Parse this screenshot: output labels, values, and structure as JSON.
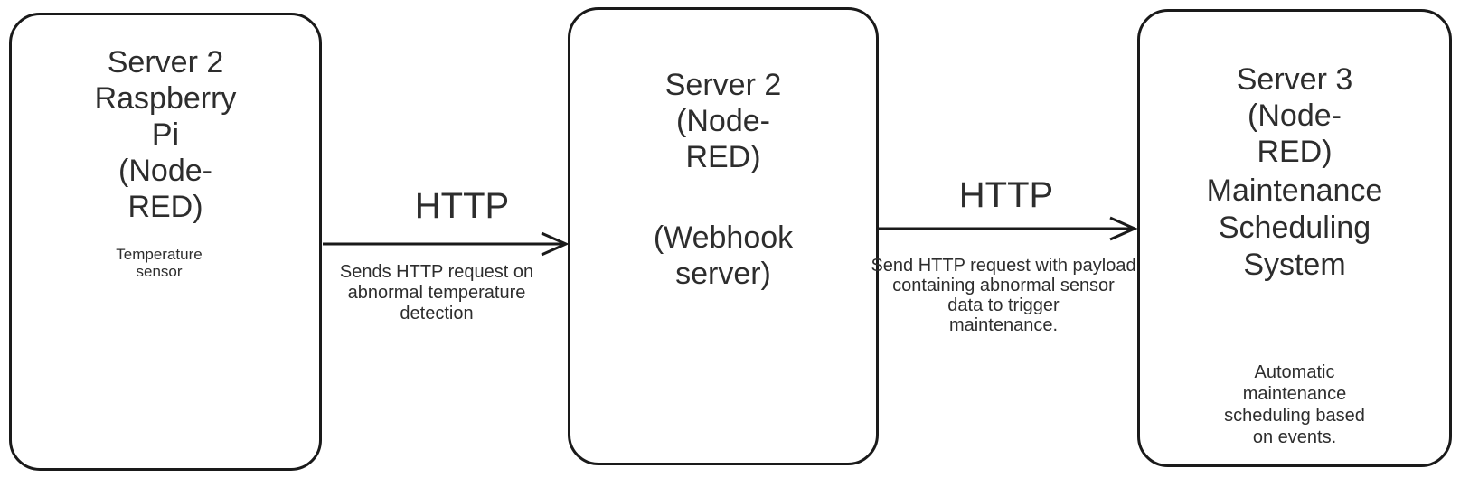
{
  "nodes": {
    "device": {
      "title": "Server 2\nRaspberry Pi\n(Node-RED)",
      "sensor_label": "Temperature\nsensor"
    },
    "webhook": {
      "title": "Server 2\n(Node-RED)",
      "subtitle": "(Webhook server)"
    },
    "maintenance": {
      "title": "Server 3\n(Node-RED)",
      "subtitle": "Maintenance\nScheduling\nSystem",
      "note": "Automatic maintenance\nscheduling based\non events."
    }
  },
  "connections": {
    "c1": {
      "protocol": "HTTP",
      "description": "Sends HTTP request on\nabnormal temperature\ndetection"
    },
    "c2": {
      "protocol": "HTTP",
      "description": "Send HTTP request with payload\ncontaining abnormal sensor\ndata to trigger\nmaintenance."
    }
  },
  "colors": {
    "stroke": "#1a1a1a",
    "text": "#2d2d2d",
    "background": "#ffffff"
  }
}
